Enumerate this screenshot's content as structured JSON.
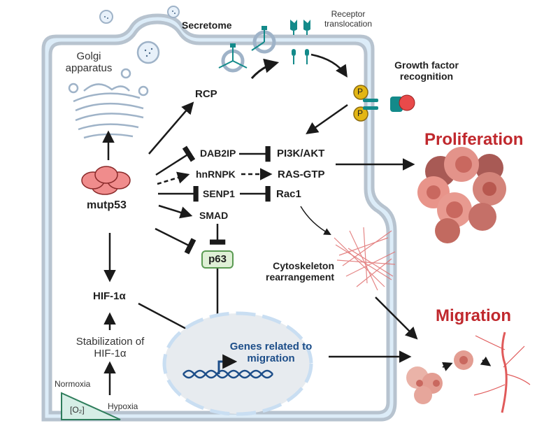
{
  "figure": {
    "title": "mutp53-driven pathways to proliferation and migration",
    "colors": {
      "membrane": "#b7c3cf",
      "membrane_fill": "#dcecf8",
      "outcome_red": "#c0282d",
      "gene_blue": "#1d4e89",
      "receptor_teal": "#138a8a",
      "phospho_yellow": "#e3b614",
      "p63_green": "#5a9a52"
    }
  },
  "labels": {
    "secretome": "Secretome",
    "receptor_translocation_1": "Receptor",
    "receptor_translocation_2": "translocation",
    "growth_factor_1": "Growth factor",
    "growth_factor_2": "recognition",
    "golgi_1": "Golgi",
    "golgi_2": "apparatus",
    "rcp": "RCP",
    "dab2ip": "DAB2IP",
    "pi3k": "PI3K/AKT",
    "hnrnpk": "hnRNPK",
    "rasgtp": "RAS-GTP",
    "senp1": "SENP1",
    "rac1": "Rac1",
    "smad": "SMAD",
    "p63": "p63",
    "mutp53": "mutp53",
    "hif": "HIF-1α",
    "stabilization_1": "Stabilization of",
    "stabilization_2": "HIF-1α",
    "normoxia": "Normoxia",
    "hypoxia": "Hypoxia",
    "o2": "[O₂]",
    "cytoskeleton_1": "Cytoskeleton",
    "cytoskeleton_2": "rearrangement",
    "genes_1": "Genes related to",
    "genes_2": "migration",
    "proliferation": "Proliferation",
    "migration": "Migration",
    "phospho": "P"
  },
  "edges": [
    {
      "from": "mutp53",
      "to": "golgi",
      "type": "activation"
    },
    {
      "from": "mutp53",
      "to": "RCP",
      "type": "activation"
    },
    {
      "from": "mutp53",
      "to": "DAB2IP",
      "type": "inhibition"
    },
    {
      "from": "mutp53",
      "to": "hnRNPK",
      "type": "indirect activation"
    },
    {
      "from": "mutp53",
      "to": "SENP1",
      "type": "inhibition"
    },
    {
      "from": "mutp53",
      "to": "SMAD",
      "type": "activation"
    },
    {
      "from": "mutp53",
      "to": "p63",
      "type": "inhibition"
    },
    {
      "from": "mutp53",
      "to": "HIF-1α",
      "type": "activation"
    },
    {
      "from": "DAB2IP",
      "to": "PI3K/AKT",
      "type": "inhibition"
    },
    {
      "from": "hnRNPK",
      "to": "RAS-GTP",
      "type": "indirect activation"
    },
    {
      "from": "SENP1",
      "to": "Rac1",
      "type": "inhibition"
    },
    {
      "from": "SMAD",
      "to": "p63",
      "type": "inhibition"
    },
    {
      "from": "p63",
      "to": "Genes related to migration",
      "type": "inhibition"
    },
    {
      "from": "HIF-1α",
      "to": "Genes related to migration",
      "type": "activation"
    },
    {
      "from": "Stabilization of HIF-1α",
      "to": "HIF-1α",
      "type": "activation"
    },
    {
      "from": "Hypoxia",
      "to": "Stabilization of HIF-1α",
      "type": "activation"
    },
    {
      "from": "Growth factor recognition",
      "to": "PI3K/AKT",
      "type": "activation"
    },
    {
      "from": "PI3K/AKT",
      "to": "Proliferation",
      "type": "activation"
    },
    {
      "from": "Rac1",
      "to": "Cytoskeleton rearrangement",
      "type": "activation"
    },
    {
      "from": "Cytoskeleton rearrangement",
      "to": "Migration",
      "type": "activation"
    },
    {
      "from": "Genes related to migration",
      "to": "Migration",
      "type": "activation"
    }
  ]
}
